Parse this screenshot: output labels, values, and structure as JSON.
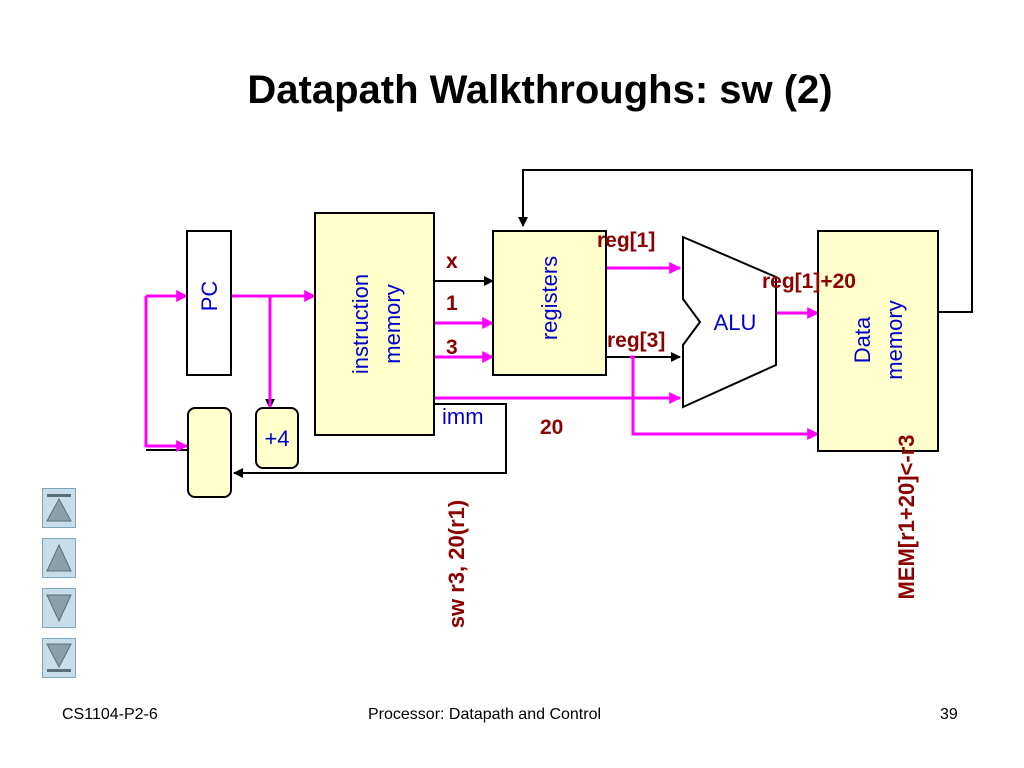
{
  "slide": {
    "title": "Datapath Walkthroughs: sw (2)"
  },
  "diagram": {
    "pc_label": "PC",
    "imem_line1": "instruction",
    "imem_line2": "memory",
    "registers_label": "registers",
    "alu_label": "ALU",
    "dmem_line1": "Data",
    "dmem_line2": "memory",
    "adder_label": "+4",
    "field_x": "x",
    "field_1": "1",
    "field_3": "3",
    "imm_label": "imm",
    "imm_value": "20",
    "alu_in_a": "reg[1]",
    "alu_in_b": "reg[3]",
    "alu_out": "reg[1]+20",
    "instruction": "sw r3, 20(r1)",
    "effect": "MEM[r1+20]<-r3"
  },
  "colors": {
    "active_path": "#ff00ff",
    "block_fill": "#ffffcc",
    "label_blue": "#0000cc",
    "label_darkred": "#8b0000"
  },
  "nav": [
    {
      "icon": "first-slide-icon"
    },
    {
      "icon": "previous-slide-icon"
    },
    {
      "icon": "next-slide-icon"
    },
    {
      "icon": "last-slide-icon"
    }
  ],
  "footer": {
    "course": "CS1104-P2-6",
    "topic": "Processor: Datapath and Control",
    "page": "39"
  }
}
